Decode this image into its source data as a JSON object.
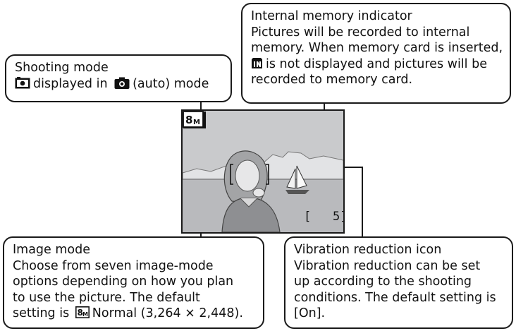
{
  "callouts": {
    "shooting_mode": {
      "title": "Shooting mode",
      "line1_a": "displayed in",
      "line1_b": "(auto) mode"
    },
    "internal_memory": {
      "title": "Internal memory indicator",
      "line1": "Pictures will be recorded to internal",
      "line2": "memory. When memory card is inserted,",
      "line3": "is not displayed and pictures will be",
      "line4": "recorded to memory card."
    },
    "image_mode": {
      "title": "Image mode",
      "line1": "Choose from seven image-mode",
      "line2": "options depending on how you plan",
      "line3": "to use the picture. The default",
      "line4_a": "setting is",
      "line4_b": "Normal (3,264 × 2,448)."
    },
    "vibration_reduction": {
      "title": "Vibration reduction icon",
      "line1": "Vibration reduction can be set",
      "line2": "up according to the shooting",
      "line3": "conditions. The default setting is",
      "line4": "[On]."
    }
  },
  "screen": {
    "exposures_remaining": "[   5]",
    "icons": [
      "camera-mode-icon",
      "internal-memory-icon",
      "vibration-reduction-icon",
      "image-mode-icon"
    ]
  },
  "colors": {
    "stroke": "#1a1a1a",
    "screen_bg": "#c8c9cb"
  }
}
